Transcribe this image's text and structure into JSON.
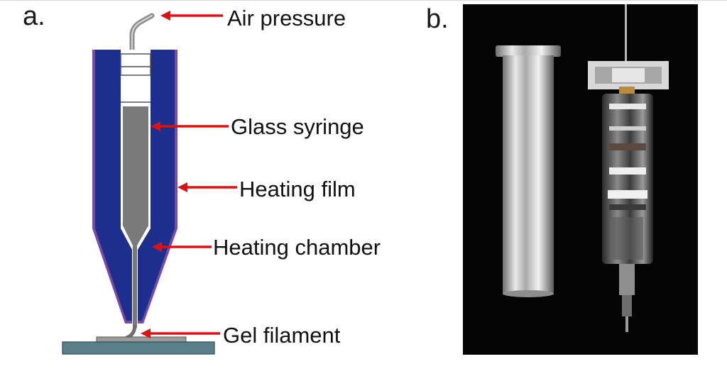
{
  "panels": {
    "a": {
      "letter": "a."
    },
    "b": {
      "letter": "b."
    }
  },
  "labels": {
    "air_pressure": "Air pressure",
    "glass_syringe": "Glass syringe",
    "heating_film": "Heating film",
    "heating_chamber": "Heating chamber",
    "gel_filament": "Gel filament"
  },
  "colors": {
    "heating_chamber": "#1c2f8f",
    "heating_film": "#7b4aa6",
    "syringe_body": "#7a7a7a",
    "arrow": "#e01010",
    "substrate": "#587f8a",
    "photo_background": "#050505"
  }
}
